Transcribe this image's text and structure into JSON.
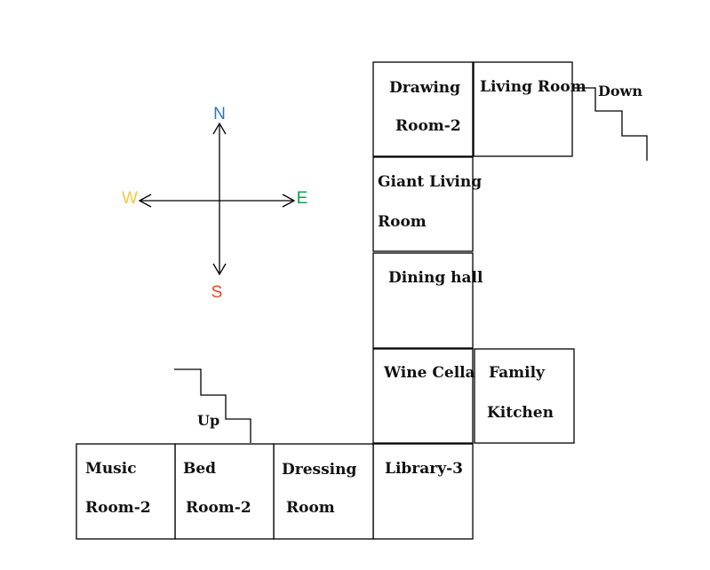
{
  "compass": {
    "north": "N",
    "south": "S",
    "east": "E",
    "west": "W",
    "colors": {
      "north": "#2e75b6",
      "south": "#e0481f",
      "east": "#15a151",
      "west": "#f2c744"
    }
  },
  "stairs": {
    "down_label": "Down",
    "up_label": "Up"
  },
  "rooms": {
    "drawing_room_2": [
      "Drawing",
      "Room-2"
    ],
    "living_room": [
      "Living Room"
    ],
    "giant_living_room": [
      "Giant Living",
      "Room"
    ],
    "dining_hall": [
      "Dining hall"
    ],
    "wine_cellar": [
      "Wine Cellar"
    ],
    "family_kitchen": [
      "Family",
      "Kitchen"
    ],
    "library_3": [
      "Library-3"
    ],
    "dressing_room": [
      "Dressing",
      "Room"
    ],
    "bed_room_2": [
      "Bed",
      "Room-2"
    ],
    "music_room_2": [
      "Music",
      "Room-2"
    ]
  }
}
